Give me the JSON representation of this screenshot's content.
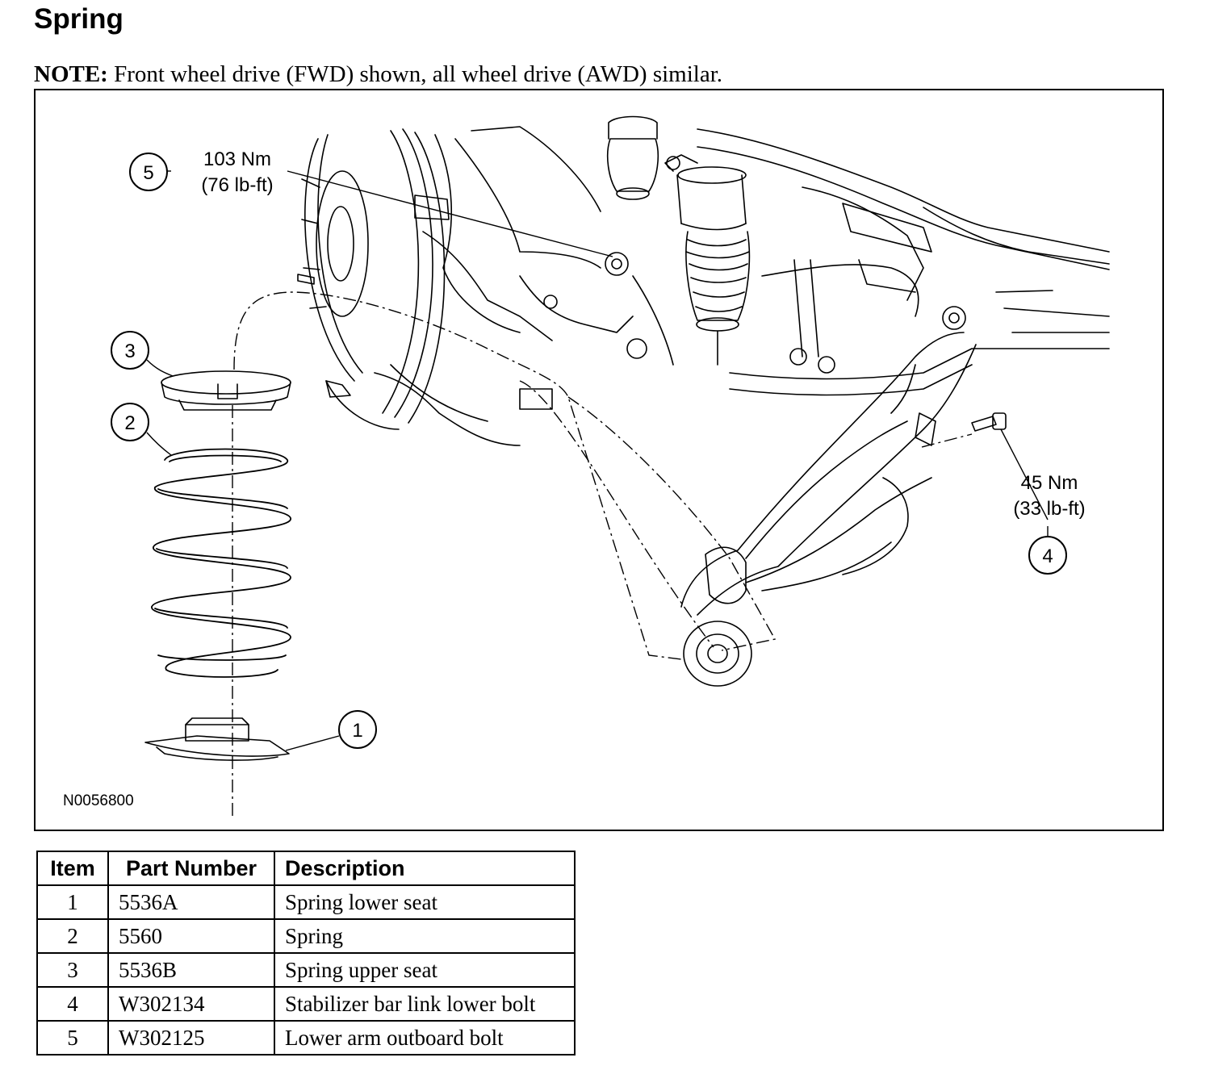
{
  "page": {
    "title": "Spring",
    "note_label": "NOTE:",
    "note_text": " Front wheel drive (FWD) shown, all wheel drive (AWD) similar."
  },
  "figure": {
    "id_label": "N0056800",
    "callouts": {
      "c1": "1",
      "c2": "2",
      "c3": "3",
      "c4": "4",
      "c5": "5"
    },
    "torque": {
      "t5_nm": "103 Nm",
      "t5_lbft": "(76 lb-ft)",
      "t4_nm": "45 Nm",
      "t4_lbft": "(33 lb-ft)"
    }
  },
  "table": {
    "headers": {
      "item": "Item",
      "part": "Part Number",
      "desc": "Description"
    },
    "rows": [
      {
        "item": "1",
        "part": "5536A",
        "desc": "Spring lower seat"
      },
      {
        "item": "2",
        "part": "5560",
        "desc": "Spring"
      },
      {
        "item": "3",
        "part": "5536B",
        "desc": "Spring upper seat"
      },
      {
        "item": "4",
        "part": "W302134",
        "desc": "Stabilizer bar link lower bolt"
      },
      {
        "item": "5",
        "part": "W302125",
        "desc": "Lower arm outboard bolt"
      }
    ]
  }
}
